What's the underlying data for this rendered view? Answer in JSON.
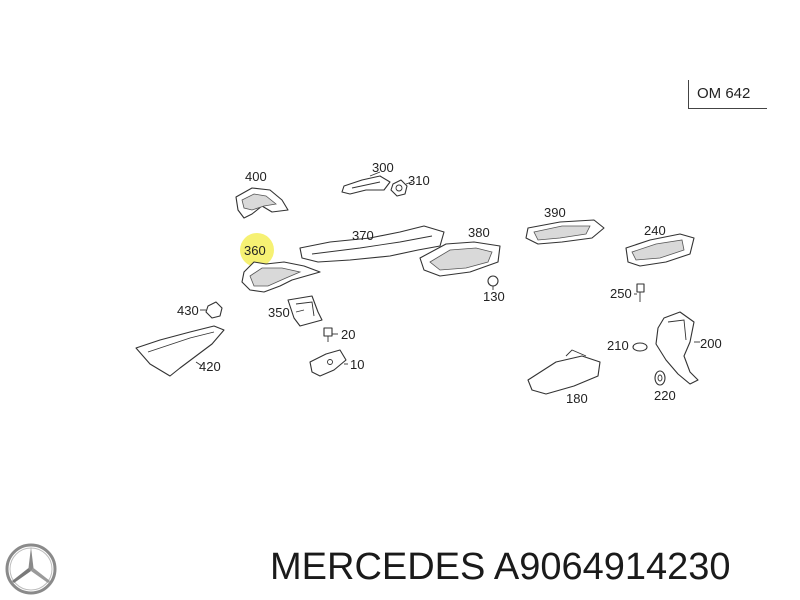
{
  "engine_code": "OM 642",
  "brand": "MERCEDES",
  "part_number": "A9064914230",
  "highlight_color": "#f5f064",
  "logo_icon": "mercedes-star-icon",
  "callouts": {
    "c10": "10",
    "c20": "20",
    "c130": "130",
    "c180": "180",
    "c200": "200",
    "c210": "210",
    "c220": "220",
    "c240": "240",
    "c250": "250",
    "c300": "300",
    "c310": "310",
    "c350": "350",
    "c360": "360",
    "c370": "370",
    "c380": "380",
    "c390": "390",
    "c400": "400",
    "c420": "420",
    "c430": "430"
  }
}
